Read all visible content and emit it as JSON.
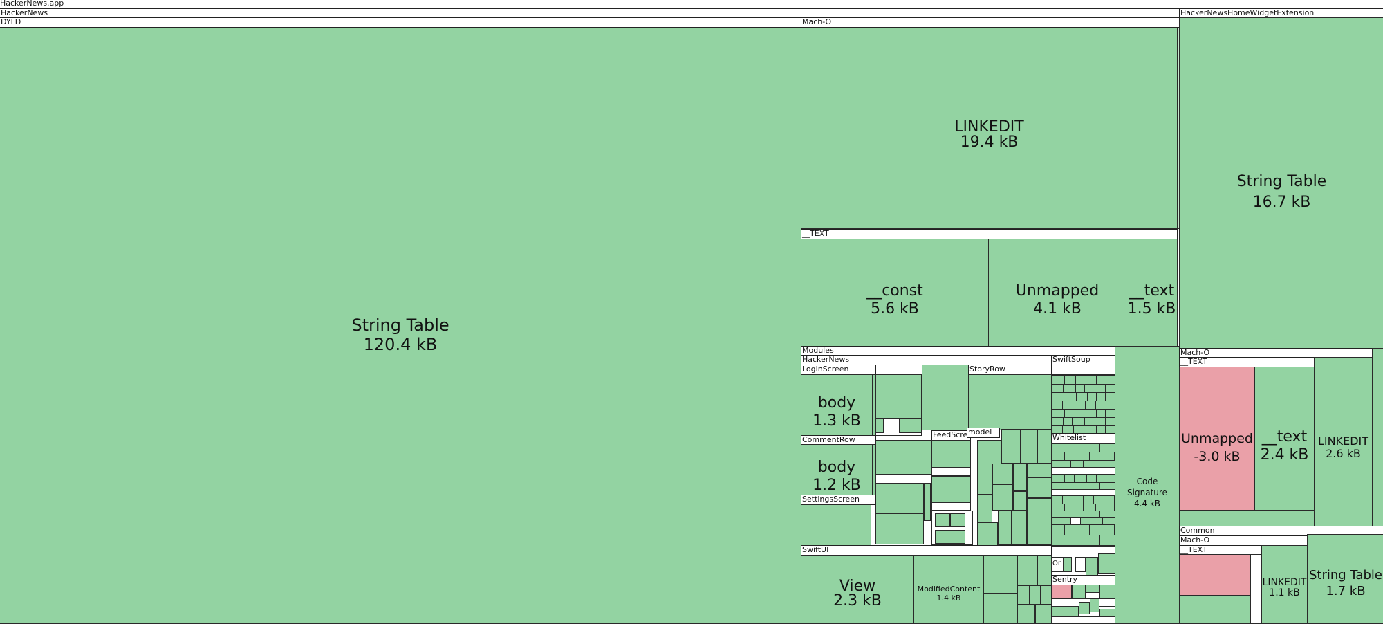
{
  "colors": {
    "positive": "#93d3a2",
    "negative": "#eaa0a8",
    "border": "#2a2a2a",
    "header_bg": "#ffffff"
  },
  "root": {
    "label": "HackerNews.app"
  },
  "hackernews": {
    "label": "HackerNews",
    "dyld": {
      "label": "DYLD",
      "string_table": {
        "name": "String Table",
        "size": "120.4 kB"
      }
    },
    "macho": {
      "label": "Mach-O",
      "linkedit": {
        "name": "LINKEDIT",
        "size": "19.4 kB"
      },
      "text_segment": {
        "label": "__TEXT",
        "const": {
          "name": "__const",
          "size": "5.6 kB"
        },
        "unmapped": {
          "name": "Unmapped",
          "size": "4.1 kB"
        },
        "text": {
          "name": "__text",
          "size": "1.5 kB"
        }
      }
    },
    "modules": {
      "label": "Modules",
      "hackernews_module": {
        "label": "HackerNews",
        "login_screen": {
          "label": "LoginScreen",
          "body": {
            "name": "body",
            "size": "1.3 kB"
          }
        },
        "story_row": {
          "label": "StoryRow"
        },
        "comment_row": {
          "label": "CommentRow",
          "body": {
            "name": "body",
            "size": "1.2 kB"
          }
        },
        "feed_screen": {
          "label": "FeedScreen"
        },
        "model": {
          "label": "model"
        },
        "settings_screen": {
          "label": "SettingsScreen"
        }
      },
      "swiftsoup": {
        "label": "SwiftSoup",
        "whitelist": {
          "label": "Whitelist"
        }
      },
      "swiftui": {
        "label": "SwiftUI",
        "view": {
          "name": "View",
          "size": "2.3 kB"
        },
        "modified_content": {
          "name": "ModifiedContent",
          "size": "1.4 kB"
        }
      },
      "sentry": {
        "label": "Sentry"
      },
      "or_label": {
        "label": "Or"
      }
    },
    "code_signature": {
      "name": "Code Signature",
      "size": "4.4 kB"
    }
  },
  "widget": {
    "label": "HackerNewsHomeWidgetExtension",
    "string_table": {
      "name": "String Table",
      "size": "16.7 kB"
    },
    "macho": {
      "label": "Mach-O",
      "text_segment": {
        "label": "__TEXT",
        "unmapped": {
          "name": "Unmapped",
          "size": "-3.0 kB"
        },
        "text": {
          "name": "__text",
          "size": "2.4 kB"
        }
      },
      "linkedit": {
        "name": "LINKEDIT",
        "size": "2.6 kB"
      }
    },
    "common": {
      "label": "Common",
      "macho": {
        "label": "Mach-O",
        "text_segment": {
          "label": "__TEXT"
        },
        "linkedit": {
          "name": "LINKEDIT",
          "size": "1.1 kB"
        },
        "string_table": {
          "name": "String Table",
          "size": "1.7 kB"
        }
      }
    }
  }
}
